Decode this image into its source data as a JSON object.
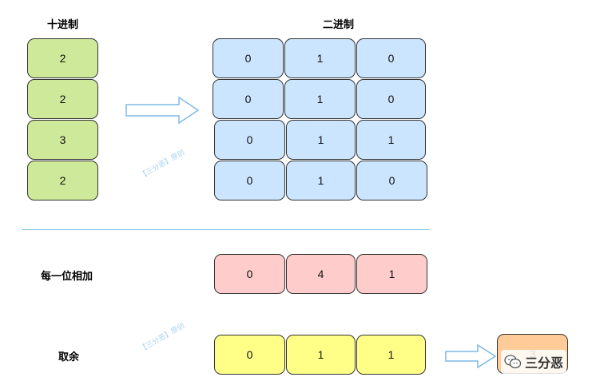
{
  "titles": {
    "decimal": "十进制",
    "binary": "二进制"
  },
  "labels": {
    "sum": "每一位相加",
    "mod": "取余"
  },
  "decimal": [
    "2",
    "2",
    "3",
    "2"
  ],
  "binary": [
    [
      "0",
      "1",
      "0"
    ],
    [
      "0",
      "1",
      "0"
    ],
    [
      "0",
      "1",
      "1"
    ],
    [
      "0",
      "1",
      "0"
    ]
  ],
  "sum": [
    "0",
    "4",
    "1"
  ],
  "mod": [
    "0",
    "1",
    "1"
  ],
  "result": "3",
  "watermark": "【三分恶】原创",
  "logo": "三分恶",
  "colors": {
    "decimal": "#cfe99a",
    "binary": "#cce5ff",
    "sum": "#ffcccc",
    "mod": "#ffff88",
    "result": "#ffcc99",
    "arrow": "#7fb8e6"
  }
}
